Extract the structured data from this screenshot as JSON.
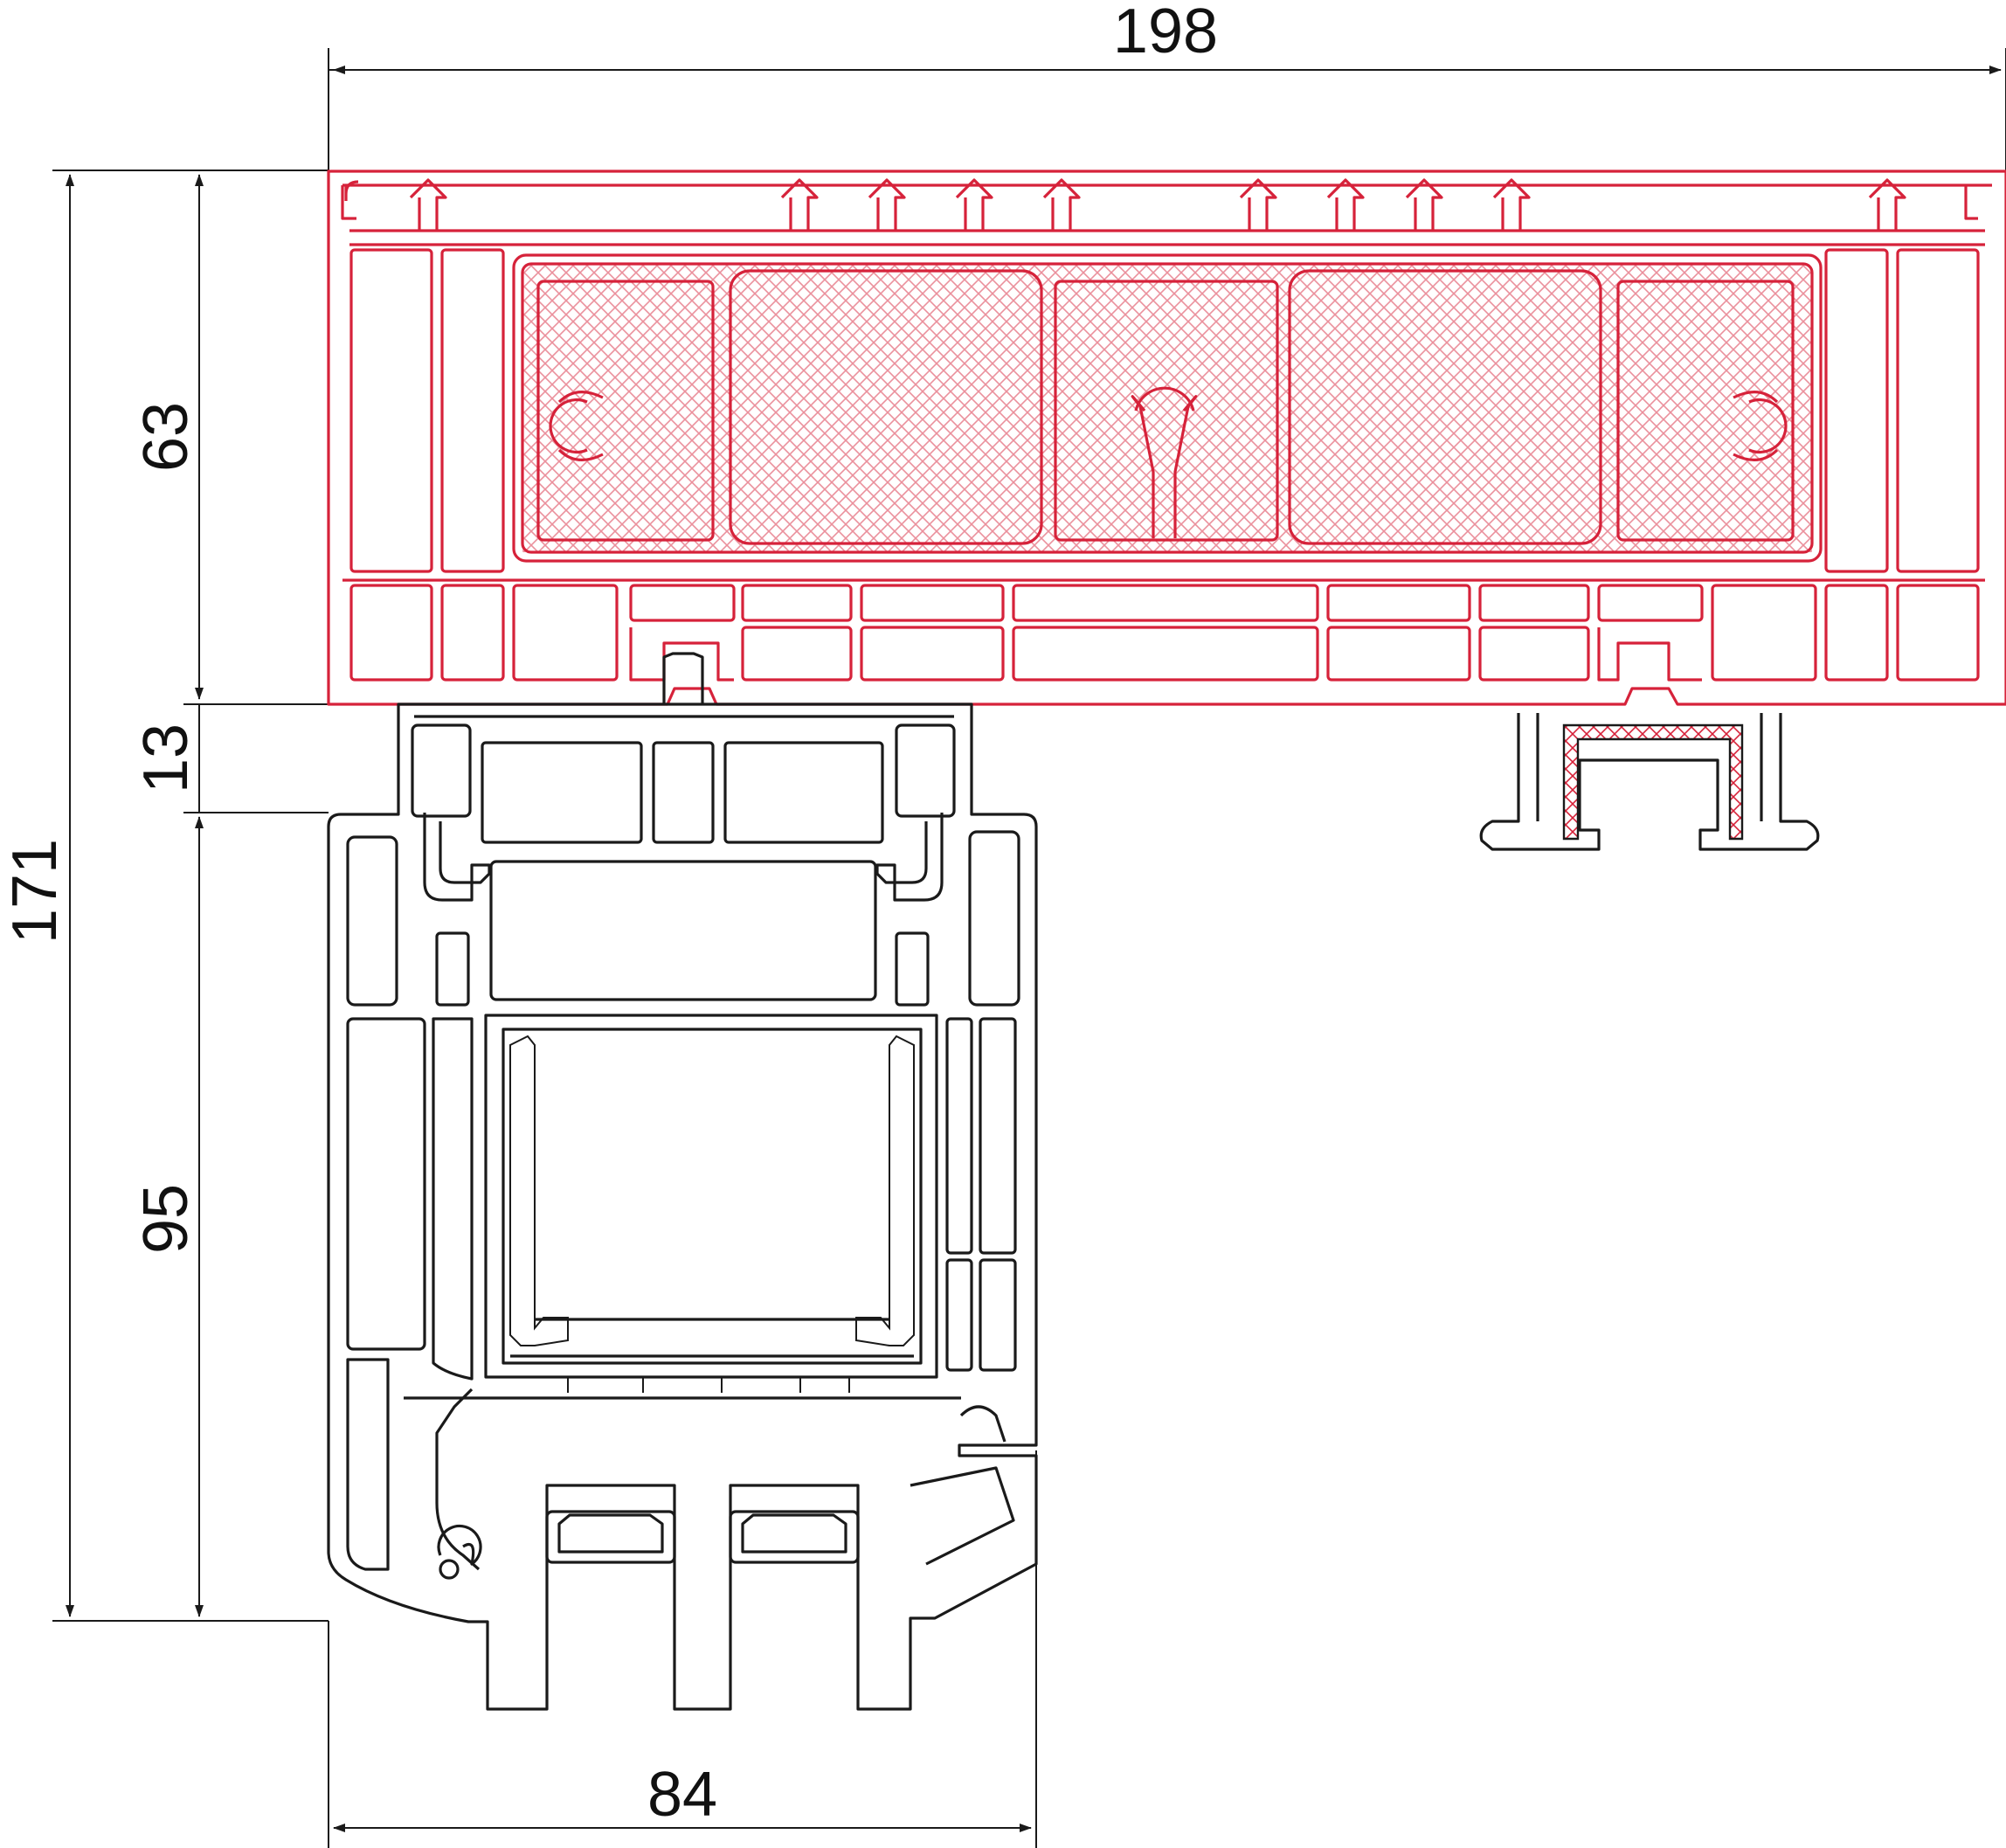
{
  "colors": {
    "upper_profile": "#d6223a",
    "lower_profile": "#1a1a1a",
    "dimensions": "#1a1a1a",
    "background": "#ffffff"
  },
  "dimensions": {
    "overall_width": "198",
    "height_upper": "63",
    "height_gap": "13",
    "height_lower": "95",
    "overall_height": "171",
    "lower_width": "84"
  }
}
